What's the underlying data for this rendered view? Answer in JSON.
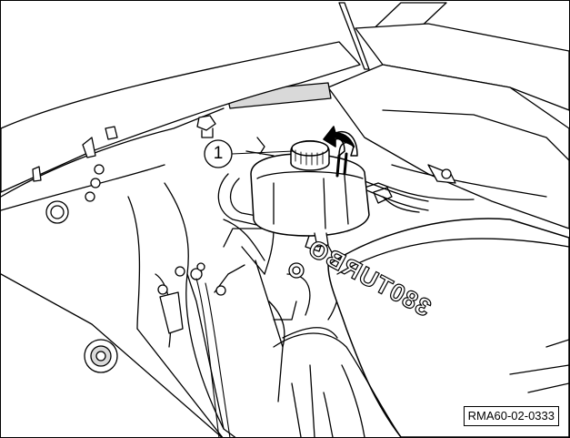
{
  "figure": {
    "reference_code": "RMA60-02-0333",
    "callout": "1",
    "engine_cover_text": "380TURBO"
  },
  "colors": {
    "line": "#000000",
    "fill": "#ffffff",
    "shade": "#d9d9d9",
    "shade_dark": "#bfbfbf"
  },
  "icons": {
    "rotation_arrow": "curved-up-arrow-icon"
  }
}
